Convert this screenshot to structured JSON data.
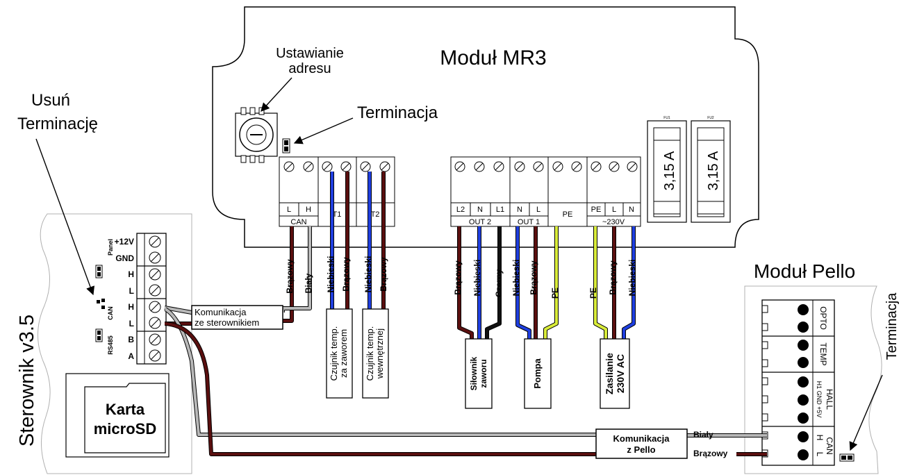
{
  "titles": {
    "mr3": "Moduł MR3",
    "pello": "Moduł Pello",
    "sterownik": "Sterownik v3.5"
  },
  "labels": {
    "ustawianie_l1": "Ustawianie",
    "ustawianie_l2": "adresu",
    "terminacja_mr3": "Terminacja",
    "usun_l1": "Usuń",
    "usun_l2": "Terminację",
    "terminacja_pello": "Terminacja",
    "komunikacja_st_l1": "Komunikacja",
    "komunikacja_st_l2": "ze sterownikiem",
    "komunikacja_pello_l1": "Komunikacja",
    "komunikacja_pello_l2": "z Pello",
    "karta_l1": "Karta",
    "karta_l2": "microSD",
    "bialy_pello": "Biały",
    "brazowy_pello": "Brązowy"
  },
  "mr3_terminals": {
    "can_l": "L",
    "can_h": "H",
    "can": "CAN",
    "t1": "T1",
    "t2": "T2",
    "out2_l2": "L2",
    "out2_n": "N",
    "out2_l1": "L1",
    "out2": "OUT 2",
    "out1_n": "N",
    "out1_l": "L",
    "out1": "OUT 1",
    "pe": "PE",
    "ac_pe": "PE",
    "ac_l": "L",
    "ac_n": "N",
    "ac": "~230V"
  },
  "fuses": {
    "fu1_tag": "FU1",
    "fu2_tag": "FU2",
    "fu1_value": "3,15 A",
    "fu2_value": "3,15 A"
  },
  "wires": {
    "can_l": "Brązowy",
    "can_h": "Biały",
    "t1_a": "Niebieski",
    "t1_b": "Brązowy",
    "t2_a": "Niebieski",
    "t2_b": "Brązowy",
    "out2_l2": "Brązowy",
    "out2_n": "Niebieski",
    "out2_l1": "Czarny",
    "out1_n": "Niebieski",
    "out1_l": "Brązowy",
    "pe": "PE",
    "ac_pe": "PE",
    "ac_l": "Brązowy",
    "ac_n": "Niebieski"
  },
  "devices": {
    "czujnik1_l1": "Czujnik temp.",
    "czujnik1_l2": "za zaworem",
    "czujnik2_l1": "Czujnik temp.",
    "czujnik2_l2": "wewnętrznej",
    "silownik_l1": "Siłownik",
    "silownik_l2": "zaworu",
    "pompa": "Pompa",
    "zasilanie_l1": "Zasilanie",
    "zasilanie_l2": "230V AC"
  },
  "sterownik_terminals": {
    "plus12": "+12V",
    "gnd": "GND",
    "h1": "H",
    "l1": "L",
    "h2": "H",
    "l2": "L",
    "b": "B",
    "a": "A",
    "panel": "Panel",
    "can": "CAN",
    "rs485": "RS485"
  },
  "pello_terminals": {
    "opto": "OPTO",
    "temp": "TEMP",
    "hall": "HALL",
    "hall_pins": "H1 GND +5V",
    "can": "CAN",
    "h": "H",
    "l": "L"
  },
  "colors": {
    "brown": "#5a0f0f",
    "white_wire": "#b8b8b8",
    "blue": "#1f3fe0",
    "black": "#111111",
    "yellow_green": "#d9ec3a"
  }
}
